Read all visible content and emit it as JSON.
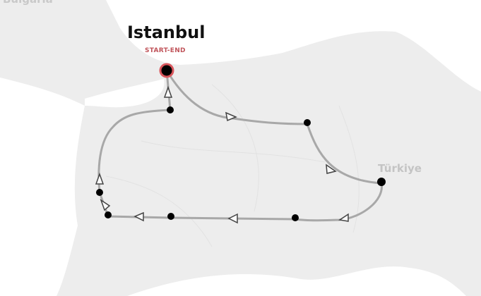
{
  "map": {
    "country_labels": [
      "Bulgaria",
      "Türkiye"
    ],
    "start_city": {
      "name": "Istanbul",
      "tag": "START-END"
    },
    "route_stops": 8,
    "direction": "clockwise",
    "colors": {
      "land": "#ededed",
      "water": "#ffffff",
      "route": "#a8a8a8",
      "stop": "#000000",
      "start_ring": "#d9575d"
    }
  }
}
